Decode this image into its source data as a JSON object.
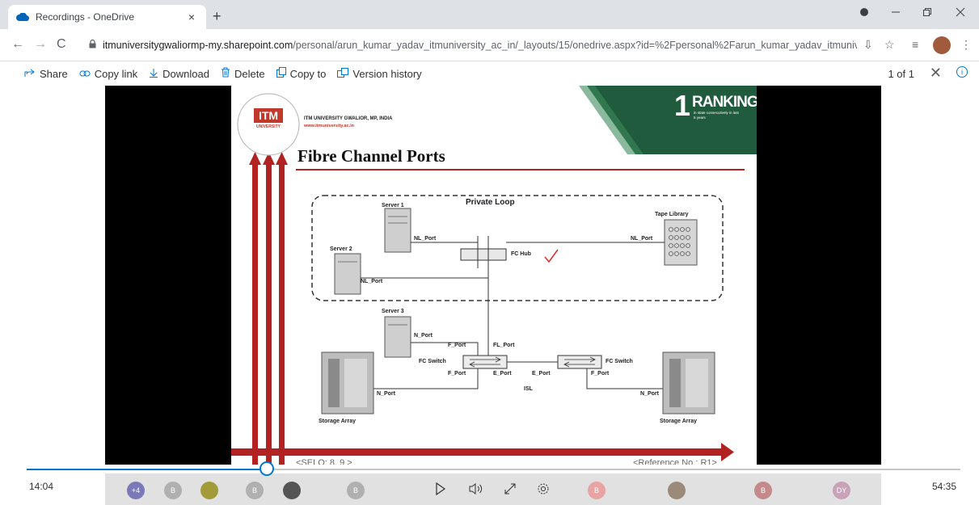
{
  "browser": {
    "tab_title": "Recordings - OneDrive",
    "tab_close": "×",
    "new_tab": "+",
    "url_host": "itmuniversitygwaliormp-my.sharepoint.com",
    "url_path": "/personal/arun_kumar_yadav_itmuniversity_ac_in/_layouts/15/onedrive.aspx?id=%2Fpersonal%2Farun_kumar_yadav_itmuniv..."
  },
  "commands": [
    {
      "label": "Share",
      "icon": "share-icon"
    },
    {
      "label": "Copy link",
      "icon": "link-icon"
    },
    {
      "label": "Download",
      "icon": "download-icon"
    },
    {
      "label": "Delete",
      "icon": "trash-icon"
    },
    {
      "label": "Copy to",
      "icon": "copy-icon"
    },
    {
      "label": "Version history",
      "icon": "history-icon"
    }
  ],
  "pager": "1 of 1",
  "slide": {
    "logo": "ITM",
    "logo_sub": "UNIVERSITY",
    "university": "ITM UNIVERSITY GWALIOR, MP, INDIA",
    "website": "www.itmuniversity.ac.in",
    "ranking_number": "1",
    "ranking_word": "RANKING",
    "ranking_line1": "in state consecutively in last",
    "ranking_line2": "5 years",
    "title": "Fibre Channel Ports",
    "private_loop": "Private Loop",
    "server1": "Server 1",
    "server2": "Server 2",
    "server3": "Server 3",
    "tape_library": "Tape Library",
    "nl_port": "NL_Port",
    "fc_hub": "FC Hub",
    "n_port": "N_Port",
    "f_port": "F_Port",
    "fl_port": "FL_Port",
    "e_port": "E_Port",
    "fc_switch": "FC Switch",
    "isl": "ISL",
    "storage_array": "Storage Array",
    "selo": "<SELO: 8, 9 >",
    "reference": "<Reference No.: R1>"
  },
  "player": {
    "current_time": "14:04",
    "duration": "54:35",
    "progress": 0.257
  },
  "gallery": [
    {
      "label": "+4",
      "color": "#7a7ab8"
    },
    {
      "label": "B",
      "color": "#b0b0b0"
    },
    {
      "label": "",
      "color": "#a39a3a"
    },
    {
      "label": "B",
      "color": "#b0b0b0"
    },
    {
      "label": "",
      "color": "#555555"
    },
    {
      "label": "B",
      "color": "#b0b0b0"
    },
    {
      "label": "B",
      "color": "#e8a3a3"
    },
    {
      "label": "",
      "color": "#9a8a7a"
    },
    {
      "label": "B",
      "color": "#c48a8a"
    },
    {
      "label": "DY",
      "color": "#c8a3b8"
    }
  ],
  "colors": {
    "accent": "#0078d4",
    "slide_red": "#b22222",
    "slide_green": "#1f5b3c"
  }
}
